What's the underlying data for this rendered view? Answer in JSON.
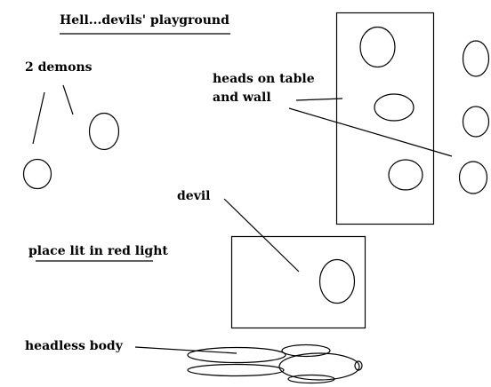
{
  "title": "Hell...devils' playground",
  "labels": {
    "demons": "2 demons",
    "heads": "heads on table\nand wall",
    "devil": "devil",
    "lighting": "place lit in red light",
    "body": "headless body"
  },
  "colors": {
    "background": "#ffffff",
    "ink": "#000000"
  }
}
